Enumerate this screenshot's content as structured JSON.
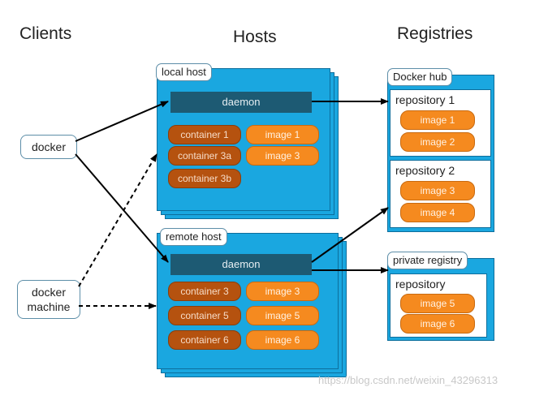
{
  "headers": {
    "clients": "Clients",
    "hosts": "Hosts",
    "registries": "Registries"
  },
  "clients": {
    "docker": "docker",
    "docker_machine_line1": "docker",
    "docker_machine_line2": "machine"
  },
  "local_host": {
    "label": "local host",
    "daemon": "daemon",
    "containers": [
      "container 1",
      "container 3a",
      "container 3b"
    ],
    "images": [
      "image 1",
      "image 3"
    ]
  },
  "remote_host": {
    "label": "remote host",
    "daemon": "daemon",
    "containers": [
      "container 3",
      "container 5",
      "container 6"
    ],
    "images": [
      "image 3",
      "image 5",
      "image 6"
    ]
  },
  "docker_hub": {
    "label": "Docker hub",
    "repositories": [
      {
        "label": "repository 1",
        "images": [
          "image 1",
          "image 2"
        ]
      },
      {
        "label": "repository 2",
        "images": [
          "image 3",
          "image 4"
        ]
      }
    ]
  },
  "private_registry": {
    "label": "private registry",
    "repository": {
      "label": "repository",
      "images": [
        "image 5",
        "image 6"
      ]
    }
  },
  "watermark": "https://blog.csdn.net/weixin_43296313",
  "colors": {
    "host_blue": "#1aa7e0",
    "daemon": "#1d5a73",
    "container": "#b5520f",
    "image": "#f58a1f"
  }
}
